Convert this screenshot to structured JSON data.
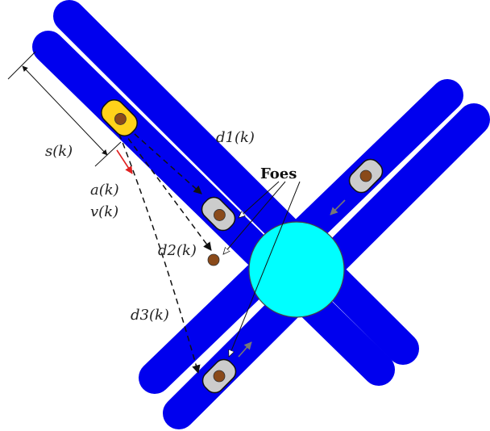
{
  "labels": {
    "s": "s(k)",
    "a": "a(k)",
    "v": "v(k)",
    "d1": "d1(k)",
    "d2": "d2(k)",
    "d3": "d3(k)",
    "foes": "Foes"
  },
  "colors": {
    "road": "#0000ee",
    "intersection": "#00ffff",
    "ego_vehicle": "#ffd21a",
    "other_vehicle": "#cccccc",
    "vehicle_core": "#8a4a1a",
    "accel_arrow": "#e02020",
    "foe_arrow": "#666666"
  },
  "icons": {
    "ego": "car-marker-icon",
    "foe": "car-marker-icon"
  }
}
